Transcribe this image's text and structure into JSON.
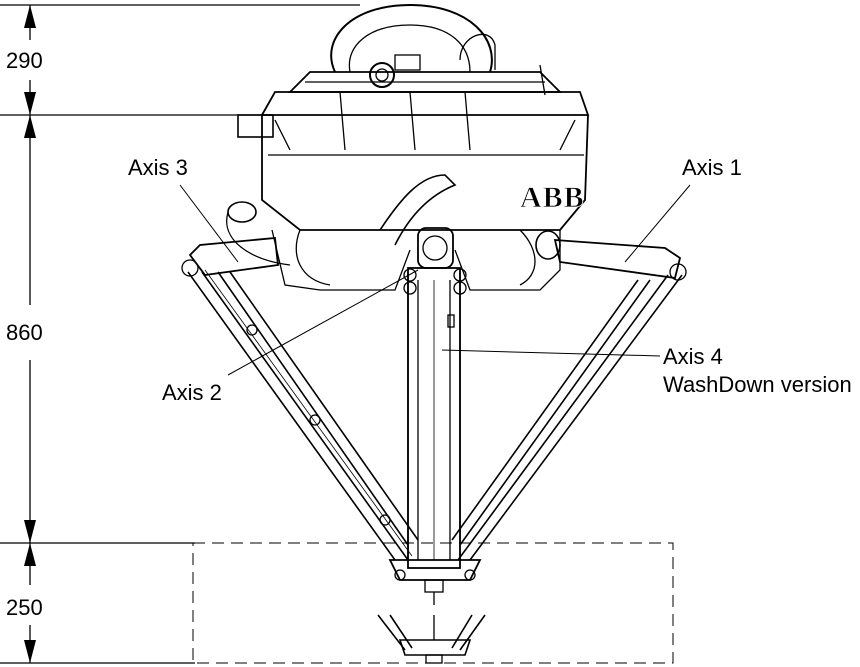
{
  "dimensions": {
    "top": "290",
    "middle": "860",
    "bottom": "250"
  },
  "labels": {
    "axis1": "Axis 1",
    "axis2": "Axis 2",
    "axis3": "Axis 3",
    "axis4_line1": "Axis 4",
    "axis4_line2": "WashDown version"
  },
  "logo_text": "ABB"
}
